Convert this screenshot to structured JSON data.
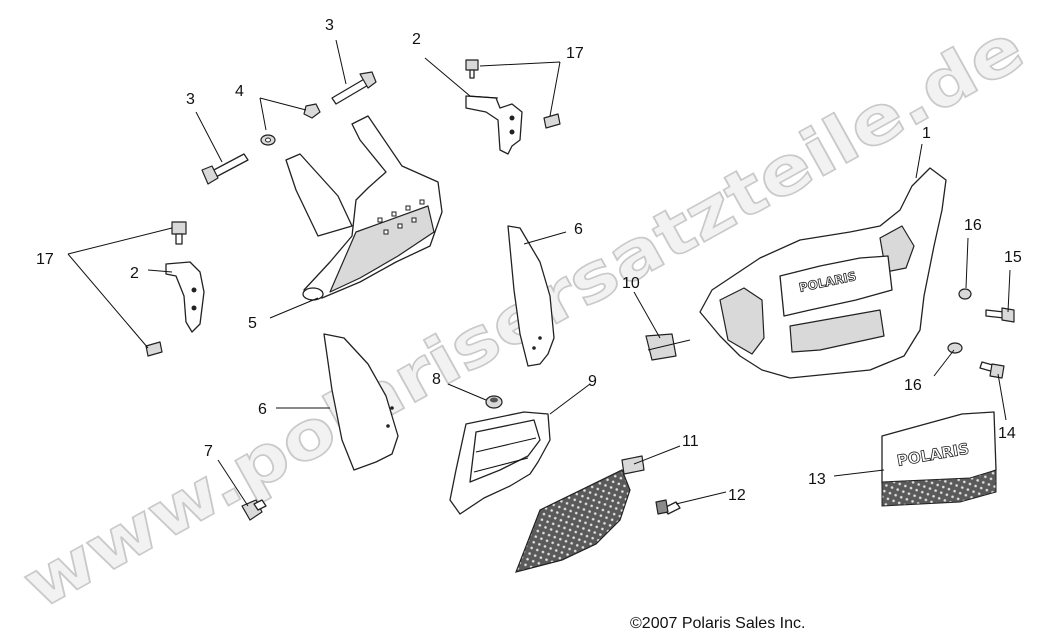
{
  "watermark": "www.polarisersatzteile.de",
  "copyright": "©2007 Polaris Sales Inc.",
  "brand_text": "POLARIS",
  "callouts": [
    {
      "id": "c3a",
      "label": "3"
    },
    {
      "id": "c2a",
      "label": "2"
    },
    {
      "id": "c17a",
      "label": "17"
    },
    {
      "id": "c3b",
      "label": "3"
    },
    {
      "id": "c4",
      "label": "4"
    },
    {
      "id": "c1",
      "label": "1"
    },
    {
      "id": "c16a",
      "label": "16"
    },
    {
      "id": "c15",
      "label": "15"
    },
    {
      "id": "c6a",
      "label": "6"
    },
    {
      "id": "c17b",
      "label": "17"
    },
    {
      "id": "c2b",
      "label": "2"
    },
    {
      "id": "c10",
      "label": "10"
    },
    {
      "id": "c5",
      "label": "5"
    },
    {
      "id": "c16b",
      "label": "16"
    },
    {
      "id": "c8",
      "label": "8"
    },
    {
      "id": "c9",
      "label": "9"
    },
    {
      "id": "c6b",
      "label": "6"
    },
    {
      "id": "c14",
      "label": "14"
    },
    {
      "id": "c7",
      "label": "7"
    },
    {
      "id": "c11",
      "label": "11"
    },
    {
      "id": "c12",
      "label": "12"
    },
    {
      "id": "c13",
      "label": "13"
    }
  ]
}
